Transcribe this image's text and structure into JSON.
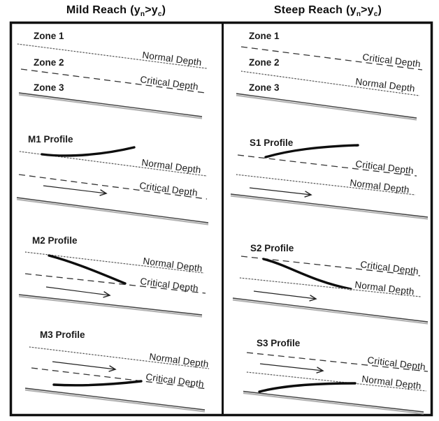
{
  "titles": {
    "mild": {
      "name": "Mild Reach",
      "cond_open": "(y",
      "sub_n": "n",
      "cond_mid": ">y",
      "sub_c": "c",
      "cond_close": ")"
    },
    "steep": {
      "name": "Steep Reach",
      "cond_open": "(y",
      "sub_n": "n",
      "cond_mid": ">y",
      "sub_c": "c",
      "cond_close": ")"
    }
  },
  "labels": {
    "zone1": "Zone 1",
    "zone2": "Zone 2",
    "zone3": "Zone 3",
    "normal_depth": "Normal Depth",
    "critical_depth": "Critical Depth"
  },
  "profiles": {
    "m1": "M1 Profile",
    "m2": "M2 Profile",
    "m3": "M3 Profile",
    "s1": "S1 Profile",
    "s2": "S2 Profile",
    "s3": "S3 Profile"
  },
  "colors": {
    "ink": "#111111",
    "line": "#3a3a3a",
    "light_line": "#cccccc",
    "bed_shadow": "#b3b3b3",
    "background": "#ffffff"
  }
}
